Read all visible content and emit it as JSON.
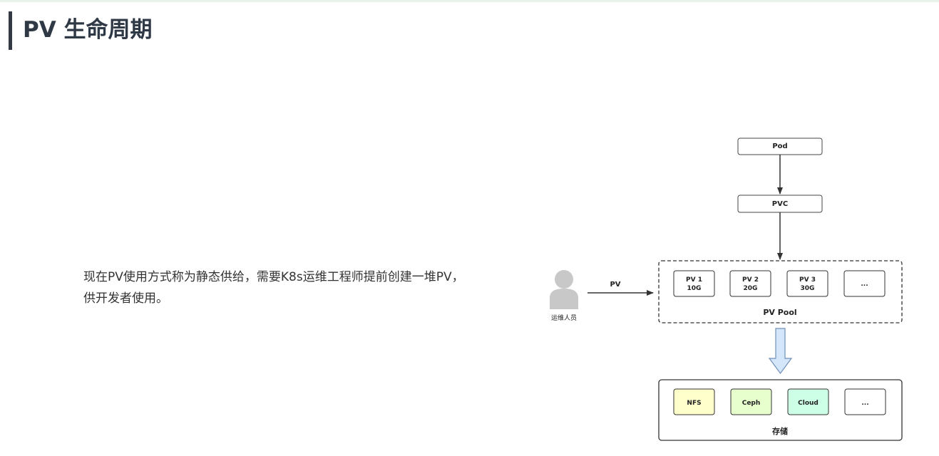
{
  "page": {
    "title": "PV 生命周期",
    "description_line1": "现在PV使用方式称为静态供给，需要K8s运维工程师提前创建一堆PV，",
    "description_line2": "供开发者使用。"
  },
  "diagram": {
    "pod_label": "Pod",
    "pvc_label": "PVC",
    "arrow_label": "PV",
    "actor_label": "运维人员",
    "pool_title": "PV Pool",
    "pool_items": [
      {
        "line1": "PV 1",
        "line2": "10G"
      },
      {
        "line1": "PV 2",
        "line2": "20G"
      },
      {
        "line1": "PV 3",
        "line2": "30G"
      },
      {
        "line1": "...",
        "line2": ""
      }
    ],
    "storage_title": "存储",
    "storage_items": [
      {
        "label": "NFS",
        "color": "#ffffcc"
      },
      {
        "label": "Ceph",
        "color": "#e6ffcc"
      },
      {
        "label": "Cloud",
        "color": "#ccffe6"
      },
      {
        "label": "...",
        "color": "#ffffff"
      }
    ]
  }
}
